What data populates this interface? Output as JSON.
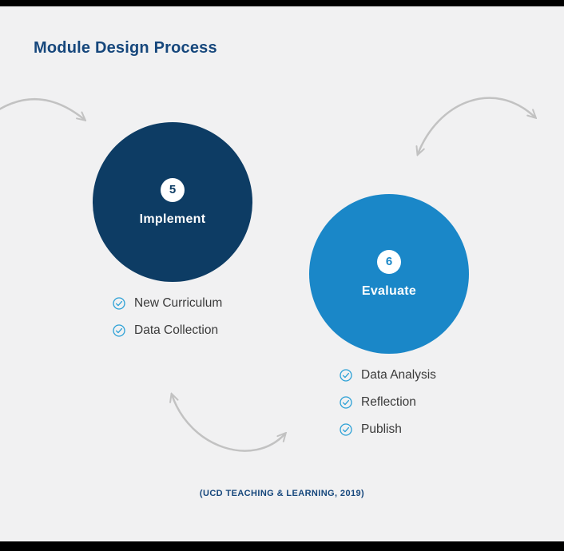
{
  "header": {
    "title": "Module Design Process"
  },
  "steps": [
    {
      "number": "5",
      "label": "Implement",
      "color": "#0d3c64",
      "items": [
        "New Curriculum",
        "Data Collection"
      ]
    },
    {
      "number": "6",
      "label": "Evaluate",
      "color": "#1a87c8",
      "items": [
        "Data Analysis",
        "Reflection",
        "Publish"
      ]
    }
  ],
  "footer": {
    "citation": "(UCD TEACHING & LEARNING, 2019)"
  },
  "icons": {
    "check": "check-circle-icon",
    "arrows": [
      "curved-arrow-top-left",
      "curved-arrow-top-right",
      "curved-arrow-bottom"
    ]
  },
  "colors": {
    "background": "#f1f1f2",
    "title_text": "#16477c",
    "implement_circle": "#0d3c64",
    "evaluate_circle": "#1a87c8",
    "check_icon": "#2ba0d6",
    "arrow": "#c2c2c2",
    "bars": "#000000"
  }
}
